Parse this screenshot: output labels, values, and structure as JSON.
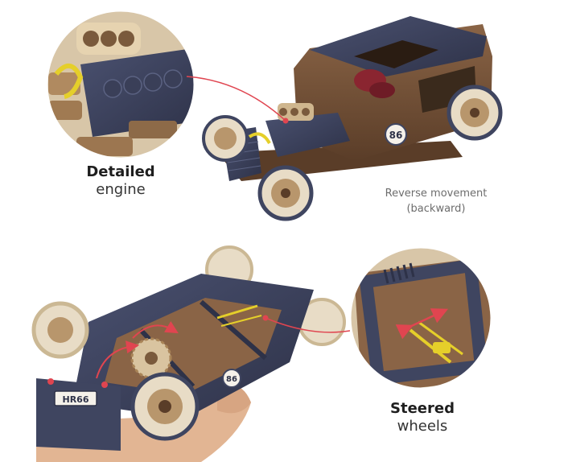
{
  "labels": {
    "engine": {
      "bold": "Detailed",
      "regular": "engine"
    },
    "reverse": {
      "line1": "Reverse movement",
      "line2": "(backward)"
    },
    "steering": {
      "bold": "Steered",
      "regular": "wheels"
    }
  },
  "plates": {
    "front_badge": "86",
    "rear_plate": "HR66",
    "rear_badge": "86"
  },
  "colors": {
    "wood_dark": "#6b4a32",
    "wood_light": "#d9c4a0",
    "panel_navy": "#3f4560",
    "accent_red": "#e04550",
    "accent_yellow": "#e5cf2a"
  }
}
